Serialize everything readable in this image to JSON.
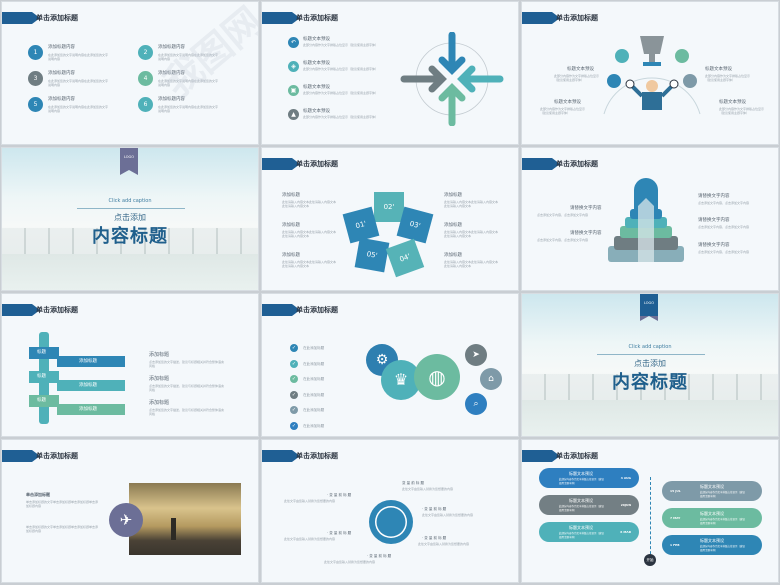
{
  "common": {
    "header_title": "单击添加标题",
    "placeholder_text": "在此添加文字内容",
    "watermark": "我图网"
  },
  "colors": {
    "primary": "#1f5f94",
    "blue": "#2e86b5",
    "teal": "#4fb1b9",
    "gray": "#6f7d82",
    "green": "#6cbba0",
    "purple": "#6c6f96",
    "bg": "#f4f8fb"
  },
  "slide1": {
    "items": [
      {
        "num": "1",
        "title": "添加标题内容",
        "color": "#2e86b5"
      },
      {
        "num": "2",
        "title": "添加标题内容",
        "color": "#4fb1b9"
      },
      {
        "num": "3",
        "title": "添加标题内容",
        "color": "#6f7d82"
      },
      {
        "num": "4",
        "title": "添加标题内容",
        "color": "#6cbba0"
      },
      {
        "num": "5",
        "title": "添加标题内容",
        "color": "#2e86b5"
      },
      {
        "num": "6",
        "title": "添加标题内容",
        "color": "#4fb1b9"
      }
    ],
    "desc": "在此添加您的文字说明内容在此添加您的文字说明内容"
  },
  "slide2": {
    "items": [
      {
        "title": "标题文本预设",
        "icon": "undo-icon",
        "color": "#2e86b5"
      },
      {
        "title": "标题文本预设",
        "icon": "tag-icon",
        "color": "#4fb1b9"
      },
      {
        "title": "标题文本预设",
        "icon": "calendar-icon",
        "color": "#6cbba0"
      },
      {
        "title": "标题文本预设",
        "icon": "graduation-cap-icon",
        "color": "#6f7d82"
      }
    ],
    "desc": "此部分内容作为文字排版占位显示（建议使用主题字体）"
  },
  "slide3": {
    "labels": [
      "标题文本预设",
      "标题文本预设",
      "标题文本预设",
      "标题文本预设"
    ],
    "desc": "此部分内容作为文字排版占位显示（建议使用主题字体）"
  },
  "cover": {
    "logo": "LOGO",
    "caption": "Click add caption",
    "subtitle": "点击添加",
    "title": "内容标题"
  },
  "slide5": {
    "petals": [
      "01'",
      "02'",
      "03'",
      "04'",
      "05'"
    ],
    "left": [
      "添加标题",
      "添加标题",
      "添加标题"
    ],
    "right": [
      "添加标题",
      "添加标题",
      "添加标题"
    ],
    "desc": "此处请输入内容文本此处请输入内容文本此处请输入内容文本"
  },
  "slide6": {
    "labels": [
      "请替换文字内容",
      "请替换文字内容",
      "请替换文字内容",
      "请替换文字内容",
      "请替换文字内容"
    ],
    "desc": "点击添加文字内容，点击添加文字内容"
  },
  "slide7": {
    "tags": [
      "标题",
      "标题",
      "标题"
    ],
    "ribbons": [
      "添加标题",
      "添加标题",
      "添加标题"
    ],
    "right": [
      "添加标题",
      "添加标题",
      "添加标题"
    ],
    "desc": "点击添加您的文字描述，建议与标题相关并符合整体语言风格"
  },
  "slide8": {
    "items": [
      "在此添加标题",
      "在此添加标题",
      "在此添加标题",
      "在此添加标题",
      "在此添加标题",
      "在此添加标题"
    ],
    "sub": "单击此处添加文本"
  },
  "slide10": {
    "heading": "单击添加标题",
    "para1": "单击添加标题的文字单击添加标题单击添加标题单击添加标题内容",
    "para2": "单击添加标题的文字单击添加标题单击添加标题单击添加标题内容"
  },
  "slide11": {
    "labels": [
      "·  变 量 前 标 题",
      "变 量 前 标 题",
      "·  变 量 前 标 题",
      "·  变 量 前 标 题",
      "·  变 量 前 标 题",
      "·  变 量 前 标 题"
    ],
    "desc": "此处文字由您输入替换为您想要的内容"
  },
  "slide12": {
    "left": [
      {
        "title": "标题文本预设",
        "date": "4 AUG",
        "color": "#2e7fc0"
      },
      {
        "title": "标题文本预设",
        "date": "26JUN",
        "color": "#737f84"
      },
      {
        "title": "标题文本预设",
        "date": "6 MAR",
        "color": "#4fb1b9"
      }
    ],
    "right": [
      {
        "title": "标题文本预设",
        "date": "15 JUL",
        "color": "#7e9aa8"
      },
      {
        "title": "标题文本预设",
        "date": "7 MAY",
        "color": "#6cbba0"
      },
      {
        "title": "标题文本预设",
        "date": "1 FEB",
        "color": "#2e86b5"
      }
    ],
    "desc": "此部分内容作为文字排版占位显示（建议使用主题字体）",
    "end": "开始"
  }
}
